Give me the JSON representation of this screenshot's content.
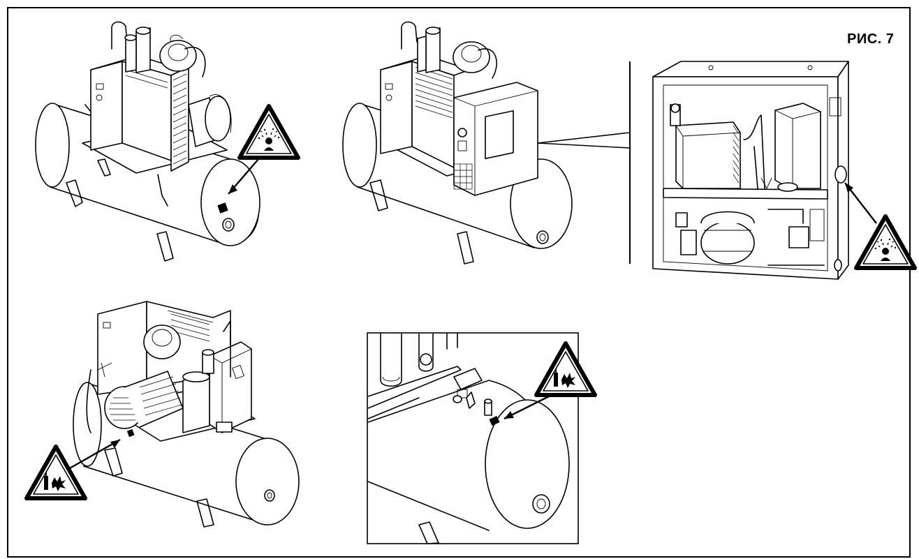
{
  "figure": {
    "label": "РИС. 7"
  },
  "panels": [
    {
      "name": "compressor-tank-top-left",
      "warning_icon": "hot-air-warning-icon"
    },
    {
      "name": "compressor-dryer-enclosed"
    },
    {
      "name": "dryer-unit-open",
      "warning_icon": "hot-air-warning-icon"
    },
    {
      "name": "compressor-tank-bottom-left",
      "warning_icon": "pressure-explosion-warning-icon"
    },
    {
      "name": "tank-detail-inset",
      "warning_icon": "pressure-explosion-warning-icon"
    }
  ],
  "colors": {
    "line": "#000000",
    "background": "#ffffff"
  }
}
